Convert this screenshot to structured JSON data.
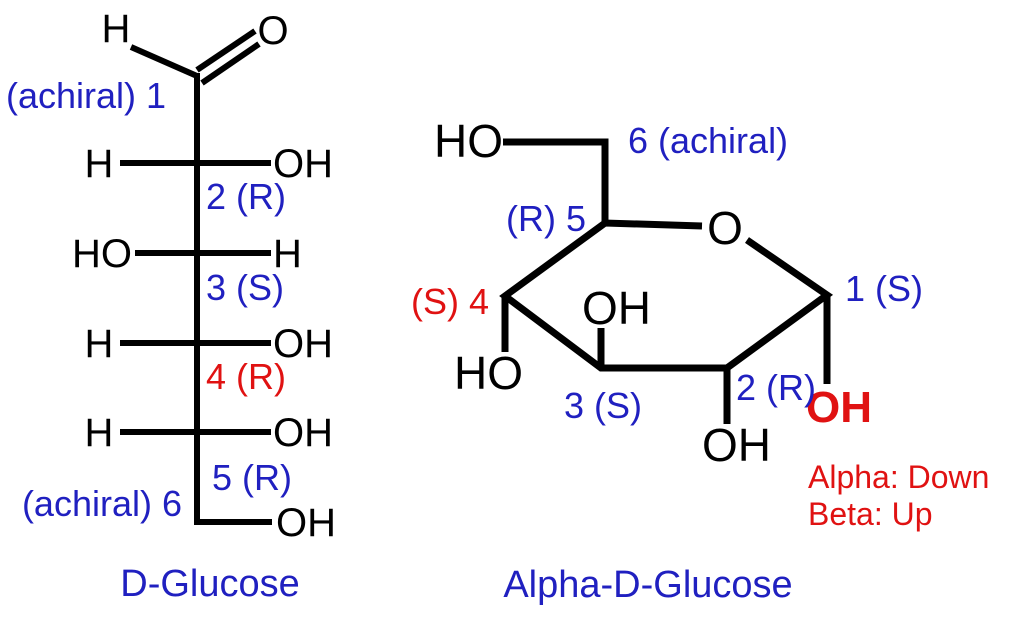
{
  "colors": {
    "black": "#000000",
    "blue": "#2020c0",
    "red": "#e01212"
  },
  "fischer": {
    "title": "D-Glucose",
    "top": {
      "h": "H",
      "o": "O"
    },
    "c1_label": "(achiral) 1",
    "rows": [
      {
        "left": "H",
        "right": "OH",
        "label": "2 (R)"
      },
      {
        "left": "HO",
        "right": "H",
        "label": "3 (S)"
      },
      {
        "left": "H",
        "right": "OH",
        "label": "4 (R)"
      },
      {
        "left": "H",
        "right": "OH",
        "label": "5 (R)"
      }
    ],
    "c6_label": "(achiral) 6",
    "c6_oh": "OH"
  },
  "pyranose": {
    "title": "Alpha-D-Glucose",
    "ring_o": "O",
    "c6_ho": "HO",
    "c6_label": "6 (achiral)",
    "c5_label": "(R) 5",
    "c4_label": "(S) 4",
    "c4_ho": "HO",
    "c3_oh": "OH",
    "c3_label": "3 (S)",
    "c2_oh": "OH",
    "c2_label": "2 (R)",
    "c1_label": "1 (S)",
    "c1_oh": "OH",
    "note_alpha": "Alpha: Down",
    "note_beta": "Beta: Up"
  }
}
